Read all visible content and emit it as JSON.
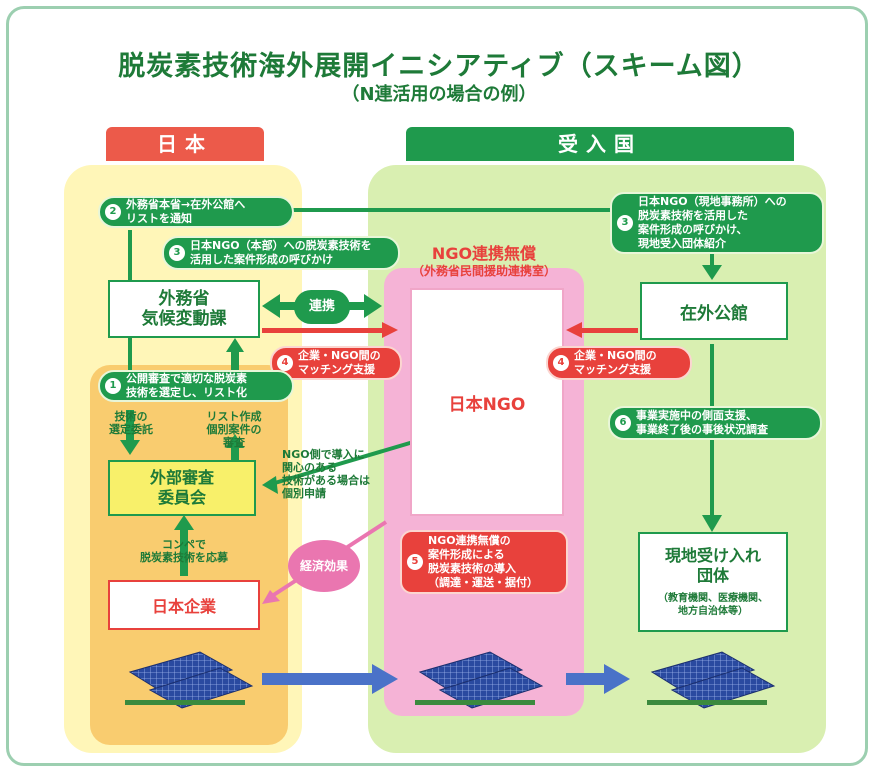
{
  "title": "脱炭素技術海外展開イニシアティブ（スキーム図）",
  "subtitle": "（N連活用の場合の例）",
  "zones": {
    "japan": "日本",
    "recipient": "受入国"
  },
  "ngo_zone": {
    "title": "NGO連携無償",
    "subtitle": "（外務省民間援助連携室）"
  },
  "boxes": {
    "mofa": [
      "外務省",
      "気候変動課"
    ],
    "committee": [
      "外部審査",
      "委員会"
    ],
    "company": "日本企業",
    "ngo": "日本NGO",
    "embassy": "在外公館",
    "local": [
      "現地受け入れ",
      "団体"
    ],
    "local_note": [
      "（教育機関、医療機関、",
      "地方自治体等）"
    ]
  },
  "renkei": "連携",
  "keizai": "経済効果",
  "steps": {
    "s1": {
      "num": "1",
      "lines": [
        "公開審査で適切な脱炭素",
        "技術を選定し、リスト化"
      ]
    },
    "s2": {
      "num": "2",
      "lines": [
        "外務省本省→在外公館へ",
        "リストを通知"
      ]
    },
    "s3a": {
      "num": "3",
      "lines": [
        "日本NGO（本部）への脱炭素技術を",
        "活用した案件形成の呼びかけ"
      ]
    },
    "s3b": {
      "num": "3",
      "lines": [
        "日本NGO（現地事務所）への",
        "脱炭素技術を活用した",
        "案件形成の呼びかけ、",
        "現地受入団体紹介"
      ]
    },
    "s4a": {
      "num": "4",
      "lines": [
        "企業・NGO間の",
        "マッチング支援"
      ]
    },
    "s4b": {
      "num": "4",
      "lines": [
        "企業・NGO間の",
        "マッチング支援"
      ]
    },
    "s5": {
      "num": "5",
      "lines": [
        "NGO連携無償の",
        "案件形成による",
        "脱炭素技術の導入",
        "（調達・運送・据付）"
      ]
    },
    "s6": {
      "num": "6",
      "lines": [
        "事業実施中の側面支援、",
        "事業終了後の事後状況調査"
      ]
    }
  },
  "labels": {
    "gijutsu": [
      "技術の",
      "選定委託"
    ],
    "list": [
      "リスト作成",
      "個別案件の",
      "審査"
    ],
    "ngo_side": [
      "NGO側で導入に",
      "関心のある",
      "技術がある場合は",
      "個別申請"
    ],
    "compe": [
      "コンペで",
      "脱炭素技術を応募"
    ]
  },
  "colors": {
    "green": "#1f9a4d",
    "red": "#e8413c",
    "blue": "#4a72c8",
    "pink": "#ea76b0"
  }
}
